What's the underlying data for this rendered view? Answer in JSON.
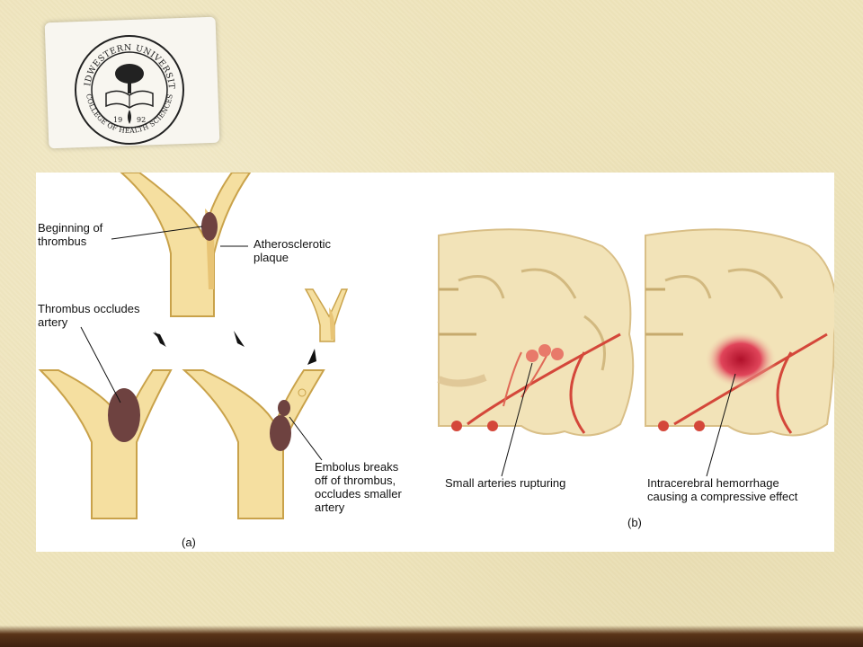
{
  "logo": {
    "top_text": "MIDWESTERN UNIVERSITY",
    "bottom_text": "COLLEGE OF HEALTH SCIENCES",
    "year_left": "19",
    "year_right": "92"
  },
  "figure_a": {
    "panel_label": "(a)",
    "label_beginning": "Beginning of\nthrombus",
    "label_plaque": "Atherosclerotic\nplaque",
    "label_occludes": "Thrombus occludes\nartery",
    "label_embolus": "Embolus breaks\noff of thrombus,\noccludes smaller\nartery"
  },
  "figure_b": {
    "panel_label": "(b)",
    "label_small_arteries": "Small arteries rupturing",
    "label_hemorrhage": "Intracerebral hemorrhage\ncausing a compressive effect"
  },
  "colors": {
    "background": "#eee4bc",
    "vessel_fill": "#f5dfa0",
    "vessel_stroke": "#c9a24a",
    "thrombus": "#6e4240",
    "brain_fill": "#f2e3b8",
    "artery_red": "#d4473a",
    "hemorrhage": "#b0102a"
  }
}
